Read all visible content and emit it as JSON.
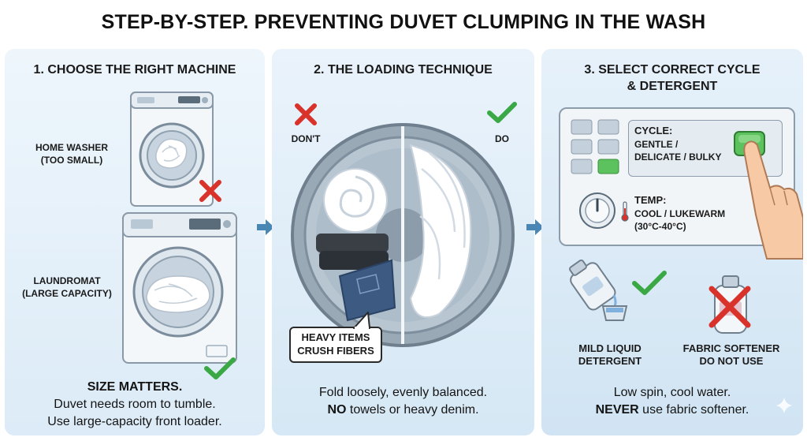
{
  "title": "STEP-BY-STEP. PREVENTING DUVET CLUMPING IN THE WASH",
  "panels": {
    "p1": {
      "title": "1. CHOOSE THE RIGHT MACHINE",
      "home_label": "HOME WASHER",
      "home_sub": "(TOO SMALL)",
      "laundro_label": "LAUNDROMAT",
      "laundro_sub": "(LARGE CAPACITY)",
      "cap_bold": "SIZE MATTERS.",
      "cap_line1": "Duvet needs room to tumble.",
      "cap_line2": "Use large-capacity front loader."
    },
    "p2": {
      "title": "2. THE LOADING TECHNIQUE",
      "dont": "DON'T",
      "do": "DO",
      "callout1": "HEAVY ITEMS",
      "callout2": "CRUSH FIBERS",
      "cap_line1": "Fold loosely, evenly balanced.",
      "cap_no": "NO",
      "cap_line2_rest": " towels or heavy denim."
    },
    "p3": {
      "title1": "3. SELECT CORRECT CYCLE",
      "title2": "& DETERGENT",
      "cycle_label": "CYCLE:",
      "cycle_val1": "GENTLE /",
      "cycle_val2": "DELICATE / BULKY",
      "temp_label": "TEMP:",
      "temp_val1": "COOL / LUKEWARM",
      "temp_val2": "(30°C-40°C)",
      "mild1": "MILD LIQUID",
      "mild2": "DETERGENT",
      "soft1": "FABRIC SOFTENER",
      "soft2": "DO NOT USE",
      "cap_line1": "Low spin, cool water.",
      "cap_never": "NEVER",
      "cap_line2_rest": " use fabric softener."
    }
  },
  "colors": {
    "check": "#3aa845",
    "cross": "#d8322b",
    "arrow": "#4a86b4",
    "panel_bg": "#dcebf7"
  }
}
